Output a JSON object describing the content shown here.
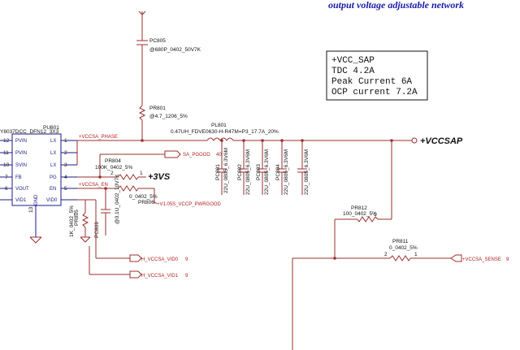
{
  "title": "output voltage adjustable network",
  "note": {
    "lines": [
      "+VCC_SAP",
      "TDC 4.2A",
      "Peak Current  6A",
      "OCP current 7.2A"
    ]
  },
  "ic": {
    "ref": "PU801",
    "part": "Y8037DCC_DFN12_3X3",
    "pins": [
      {
        "num": "12",
        "name": "PVIN"
      },
      {
        "num": "11",
        "name": "PVIN"
      },
      {
        "num": "10",
        "name": "SVIN"
      },
      {
        "num": "7",
        "name": "FB"
      },
      {
        "num": "6",
        "name": "VOUT"
      },
      {
        "num": "",
        "name": "VID1"
      }
    ],
    "right_pins": [
      {
        "num": "1",
        "name": "LX"
      },
      {
        "num": "2",
        "name": "LX"
      },
      {
        "num": "3",
        "name": "LX"
      },
      {
        "num": "4",
        "name": "PG"
      },
      {
        "num": "5",
        "name": "EN"
      },
      {
        "num": "",
        "name": "VID0"
      }
    ],
    "gnd": {
      "num": "13",
      "name": "GND"
    }
  },
  "components": {
    "pc805": {
      "ref": "PC805",
      "value": "@680P_0402_50V7K"
    },
    "pr801": {
      "ref": "PR801",
      "value": "@4.7_1206_5%"
    },
    "pl801": {
      "ref": "PL801",
      "value": "0.47UH_FDVE0630-H-R47M=P3_17.7A_20%"
    },
    "pr804": {
      "ref": "PR804",
      "value": "100K_0402_5%"
    },
    "pr806": {
      "ref": "PR806",
      "value": "0_0402_5%"
    },
    "pc809": {
      "ref": "PC809",
      "value": "@0.1U_0402_10V7K"
    },
    "pr805": {
      "ref": "PR805",
      "value": "1K_0402_5%"
    },
    "pr812": {
      "ref": "PR812",
      "value": "100_0402_5%"
    },
    "pr811": {
      "ref": "PR811",
      "value": "0_0402_5%"
    },
    "caps": [
      {
        "ref": "PC801",
        "value": "22U_0805_6.3V6M"
      },
      {
        "ref": "PC802",
        "value": "22U_0805_6.3V6M"
      },
      {
        "ref": "PC803",
        "value": "22U_0805_6.3V6M"
      },
      {
        "ref": "PC804",
        "value": "22U_0805_6.3V6M"
      },
      {
        "ref": "",
        "value": "22U_0805_6.3V6M"
      }
    ]
  },
  "nets": {
    "vccsa_phase": "+VCCSA_PHASE",
    "vccsap": "+VCCSAP",
    "sa_pgood": "SA_PGOOD",
    "sa_pgood_page": "40",
    "v3vs": "+3VS",
    "vccsa_en": "+VCCSA_EN",
    "v105s_pwrgood": "+V1.05S_VCCP_PWRGOOD",
    "vid0": "H_VCCSA_VID0",
    "vid0_page": "9",
    "vid1": "H_VCCSA_VID1",
    "vid1_page": "9",
    "vccsa_sense": "+VCCSA_SENSE",
    "vccsa_sense_page": "9"
  },
  "pin_numbers": {
    "one": "1",
    "two": "2"
  }
}
